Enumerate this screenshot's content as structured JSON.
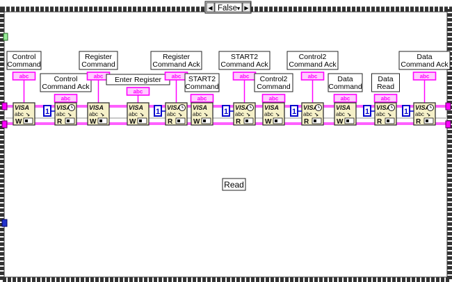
{
  "case_selector": {
    "value": "False",
    "left_arrow": "◀",
    "right_arrow": "▶",
    "dropdown": "▾"
  },
  "constants": [
    {
      "lines": [
        "Control",
        "Command"
      ],
      "slot": 0,
      "tier": "high",
      "type": "abc"
    },
    {
      "lines": [
        "Control",
        "Command Ack"
      ],
      "slot": 1,
      "tier": "mid",
      "type": "abc"
    },
    {
      "lines": [
        "Register",
        "Command"
      ],
      "slot": 2,
      "tier": "high",
      "type": "abc"
    },
    {
      "lines": [
        "Enter Register"
      ],
      "slot": 3,
      "tier": "low",
      "type": "abc"
    },
    {
      "lines": [
        "Register",
        "Command Ack"
      ],
      "slot": 4,
      "tier": "high",
      "type": "abc"
    },
    {
      "lines": [
        "START2",
        "Command"
      ],
      "slot": 5,
      "tier": "mid",
      "type": "abc"
    },
    {
      "lines": [
        "START2",
        "Command Ack"
      ],
      "slot": 6,
      "tier": "high",
      "type": "abc"
    },
    {
      "lines": [
        "Control2",
        "Command"
      ],
      "slot": 7,
      "tier": "mid",
      "type": "abc"
    },
    {
      "lines": [
        "Control2",
        "Command Ack"
      ],
      "slot": 8,
      "tier": "high",
      "type": "abc"
    },
    {
      "lines": [
        "Data",
        "Command"
      ],
      "slot": 9,
      "tier": "mid",
      "type": "abc"
    },
    {
      "lines": [
        "Data",
        "Read"
      ],
      "slot": 10,
      "tier": "mid",
      "type": "abc"
    },
    {
      "lines": [
        "Data",
        "Command Ack"
      ],
      "slot": 11,
      "tier": "high",
      "type": "abc"
    }
  ],
  "visa_nodes": [
    {
      "slot": 0,
      "mode": "W",
      "title": "VISA",
      "sub": "abc"
    },
    {
      "slot": 1,
      "mode": "R",
      "title": "VISA",
      "sub": "abc"
    },
    {
      "slot": 2,
      "mode": "W",
      "title": "VISA",
      "sub": "abc"
    },
    {
      "slot": 3,
      "mode": "W",
      "title": "VISA",
      "sub": "abc"
    },
    {
      "slot": 4,
      "mode": "R",
      "title": "VISA",
      "sub": "abc"
    },
    {
      "slot": 5,
      "mode": "W",
      "title": "VISA",
      "sub": "abc"
    },
    {
      "slot": 6,
      "mode": "R",
      "title": "VISA",
      "sub": "abc"
    },
    {
      "slot": 7,
      "mode": "W",
      "title": "VISA",
      "sub": "abc"
    },
    {
      "slot": 8,
      "mode": "R",
      "title": "VISA",
      "sub": "abc"
    },
    {
      "slot": 9,
      "mode": "W",
      "title": "VISA",
      "sub": "abc"
    },
    {
      "slot": 10,
      "mode": "R",
      "title": "VISA",
      "sub": "abc"
    },
    {
      "slot": 11,
      "mode": "R",
      "title": "VISA",
      "sub": "abc"
    }
  ],
  "numeric_constants": [
    {
      "before_slot": 1,
      "value": "1"
    },
    {
      "before_slot": 4,
      "value": "1"
    },
    {
      "before_slot": 6,
      "value": "1"
    },
    {
      "before_slot": 8,
      "value": "1"
    },
    {
      "before_slot": 10,
      "value": "1"
    },
    {
      "before_slot": 11,
      "value": "1"
    }
  ],
  "bottom_label": "Read",
  "colors": {
    "string_wire": "#ff00ff",
    "constant_fill": "#ffccff",
    "node_fill": "#f5f0c8",
    "numeric_blue": "#0000cc",
    "border_dark": "#202020",
    "error_wire": "#c8c8c8",
    "tunnel_green": "#99ee99",
    "tunnel_blue": "#2233cc"
  }
}
